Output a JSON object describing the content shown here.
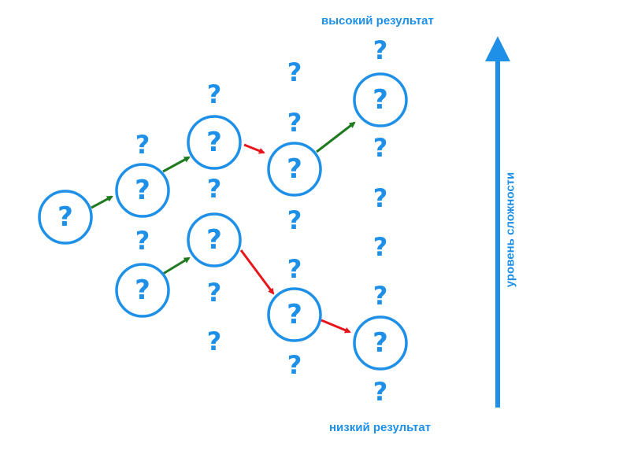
{
  "labels": {
    "top": "высокий результат",
    "bottom": "низкий результат",
    "axis": "уровень сложности"
  },
  "symbol": "?",
  "colors": {
    "blue": "#1e90e8",
    "green": "#1f7a1f",
    "red": "#e8161b",
    "background": "#ffffff"
  }
}
